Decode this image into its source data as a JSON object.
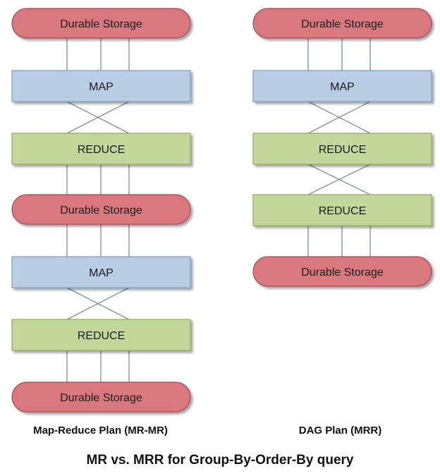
{
  "colors": {
    "storage_fill": "#d9797e",
    "storage_stroke": "#a34a52",
    "map_fill": "#b9cde5",
    "map_stroke": "#7f9bbf",
    "reduce_fill": "#c4d79b",
    "reduce_stroke": "#8eaa5a",
    "connector": "#7f8c9e"
  },
  "left_plan": {
    "caption": "Map-Reduce Plan (MR-MR)",
    "stages": [
      {
        "type": "storage",
        "label": "Durable Storage"
      },
      {
        "type": "map",
        "label": "MAP"
      },
      {
        "type": "reduce",
        "label": "REDUCE"
      },
      {
        "type": "storage",
        "label": "Durable Storage"
      },
      {
        "type": "map",
        "label": "MAP"
      },
      {
        "type": "reduce",
        "label": "REDUCE"
      },
      {
        "type": "storage",
        "label": "Durable Storage"
      }
    ]
  },
  "right_plan": {
    "caption": "DAG Plan (MRR)",
    "stages": [
      {
        "type": "storage",
        "label": "Durable Storage"
      },
      {
        "type": "map",
        "label": "MAP"
      },
      {
        "type": "reduce",
        "label": "REDUCE"
      },
      {
        "type": "reduce",
        "label": "REDUCE"
      },
      {
        "type": "storage",
        "label": "Durable Storage"
      }
    ]
  },
  "title": "MR vs. MRR for Group-By-Order-By query"
}
